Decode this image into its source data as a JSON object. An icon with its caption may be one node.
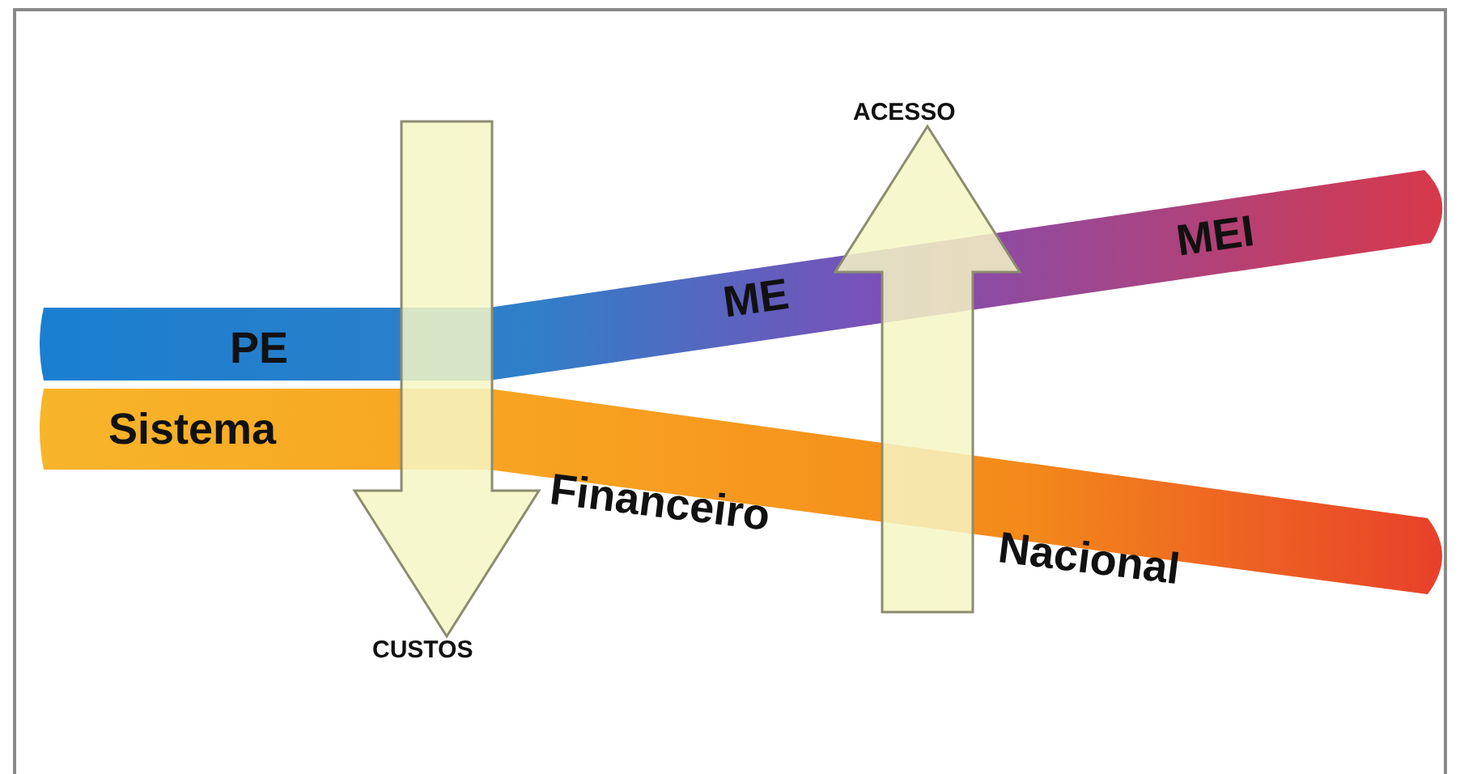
{
  "diagram": {
    "nodes": [
      {
        "text": [
          "ACESSO"
        ]
      },
      {
        "text": [
          "PE",
          "ME",
          "MEI"
        ]
      },
      {
        "text": [
          "Sistema Financeiro Nacional"
        ]
      },
      {
        "text": [
          "CUSTOS"
        ]
      }
    ],
    "edges": [
      {
        "from": null,
        "to": 3,
        "arrow": "to"
      },
      {
        "from": null,
        "to": 0,
        "arrow": "to"
      }
    ]
  }
}
